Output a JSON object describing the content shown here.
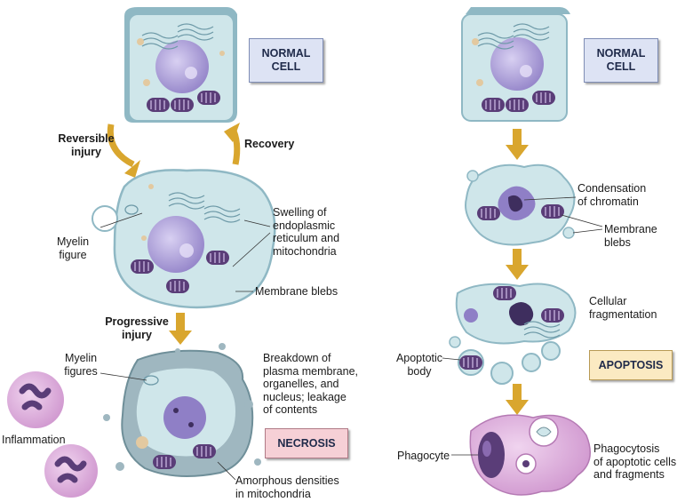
{
  "labels": {
    "normal_cell_left": "NORMAL\nCELL",
    "normal_cell_right": "NORMAL\nCELL",
    "reversible_injury": "Reversible\ninjury",
    "recovery": "Recovery",
    "myelin_figure": "Myelin\nfigure",
    "swelling": "Swelling of\nendoplasmic\nreticulum and\nmitochondria",
    "membrane_blebs_left": "Membrane blebs",
    "progressive_injury": "Progressive\ninjury",
    "myelin_figures": "Myelin\nfigures",
    "breakdown": "Breakdown of\nplasma membrane,\norganelles, and\nnucleus; leakage\nof contents",
    "inflammation": "Inflammation",
    "necrosis": "NECROSIS",
    "amorphous": "Amorphous densities\nin mitochondria",
    "condensation": "Condensation\nof chromatin",
    "membrane_blebs_right": "Membrane blebs",
    "cellular_fragmentation": "Cellular\nfragmentation",
    "apoptotic_body": "Apoptotic\nbody",
    "apoptosis": "APOPTOSIS",
    "phagocyte": "Phagocyte",
    "phagocytosis": "Phagocytosis\nof apoptotic cells\nand fragments"
  },
  "colors": {
    "cell_fill": "#cfe6ea",
    "cell_edge": "#8fb8c4",
    "nucleus": "#a89bd6",
    "mitochondria": "#5a3d78",
    "arrow": "#d9a62e",
    "phagocyte": "#d9a8d8"
  }
}
